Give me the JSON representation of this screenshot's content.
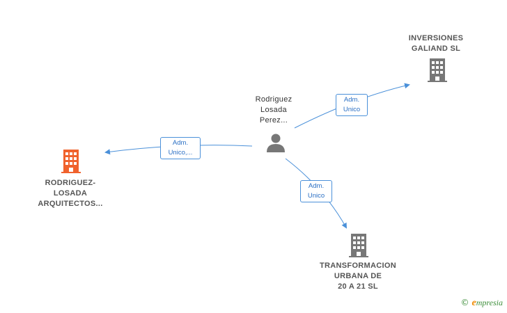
{
  "person": {
    "name": "Rodriguez\nLosada\nPerez..."
  },
  "companies": [
    {
      "id": "rodriguez-losada",
      "name": "RODRIGUEZ-\nLOSADA\nARQUITECTOS...",
      "color": "#f0622d"
    },
    {
      "id": "inversiones-galiand",
      "name": "INVERSIONES\nGALIAND  SL",
      "color": "#777777"
    },
    {
      "id": "transformacion-urbana",
      "name": "TRANSFORMACION\nURBANA DE\n20 A 21  SL",
      "color": "#777777"
    }
  ],
  "edges": [
    {
      "to": "rodriguez-losada",
      "label": "Adm.\nUnico,..."
    },
    {
      "to": "inversiones-galiand",
      "label": "Adm.\nUnico"
    },
    {
      "to": "transformacion-urbana",
      "label": "Adm.\nUnico"
    }
  ],
  "colors": {
    "edge": "#4a90d9",
    "person_icon": "#777777"
  },
  "footer": {
    "copyright_symbol": "©",
    "brand_initial": "e",
    "brand_rest": "mpresia"
  }
}
